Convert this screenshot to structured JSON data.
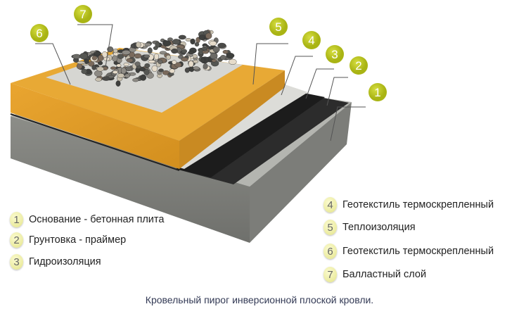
{
  "callouts": [
    "1",
    "2",
    "3",
    "4",
    "5",
    "6",
    "7"
  ],
  "legend": [
    {
      "num": "1",
      "label": "Основание - бетонная плита"
    },
    {
      "num": "2",
      "label": "Грунтовка - праймер"
    },
    {
      "num": "3",
      "label": "Гидроизоляция"
    },
    {
      "num": "4",
      "label": "Геотекстиль термоскрепленный"
    },
    {
      "num": "5",
      "label": "Теплоизоляция"
    },
    {
      "num": "6",
      "label": "Геотекстиль термоскрепленный"
    },
    {
      "num": "7",
      "label": "Балластный слой"
    }
  ],
  "caption": "Кровельный пирог инверсионной плоской кровли.",
  "colors": {
    "callout": "#b5c01c",
    "concrete": "#8a8b86",
    "insulation": "#e3a12e",
    "membrane": "#222222",
    "geotextile": "#d8d8d4"
  }
}
